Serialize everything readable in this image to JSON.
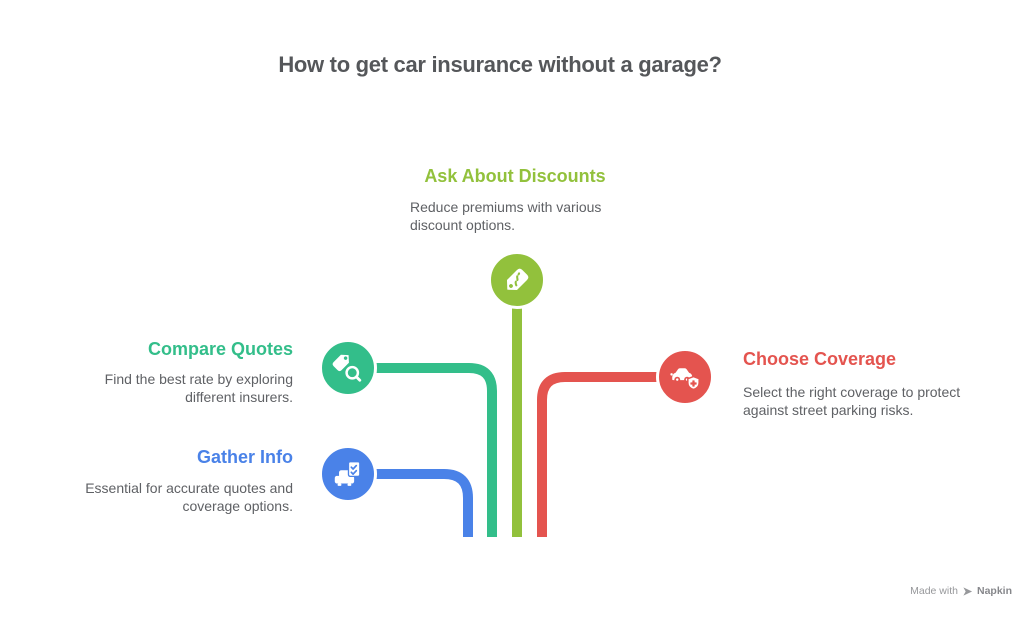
{
  "title": "How to get car insurance without a garage?",
  "palette": {
    "background": "#FFFFFF",
    "title_text": "#55575A",
    "body_text": "#5F6165",
    "line_outline": "#FFFFFF",
    "watermark_text": "#97989B"
  },
  "steps": [
    {
      "id": "ask-about-discounts",
      "label": "Ask About Discounts",
      "description": "Reduce premiums with various discount options.",
      "color": "#92C13C",
      "icon": "price-tag-dollar-icon"
    },
    {
      "id": "compare-quotes",
      "label": "Compare Quotes",
      "description": "Find the best rate by exploring different insurers.",
      "color": "#33BE8A",
      "icon": "tag-magnifier-icon"
    },
    {
      "id": "gather-info",
      "label": "Gather Info",
      "description": "Essential for accurate quotes and coverage options.",
      "color": "#4A82E8",
      "icon": "car-checklist-icon"
    },
    {
      "id": "choose-coverage",
      "label": "Choose Coverage",
      "description": "Select the right coverage to protect against street parking risks.",
      "color": "#E4544F",
      "icon": "car-shield-plus-icon"
    }
  ],
  "watermark": {
    "made_with": "Made with",
    "brand": "Napkin"
  }
}
